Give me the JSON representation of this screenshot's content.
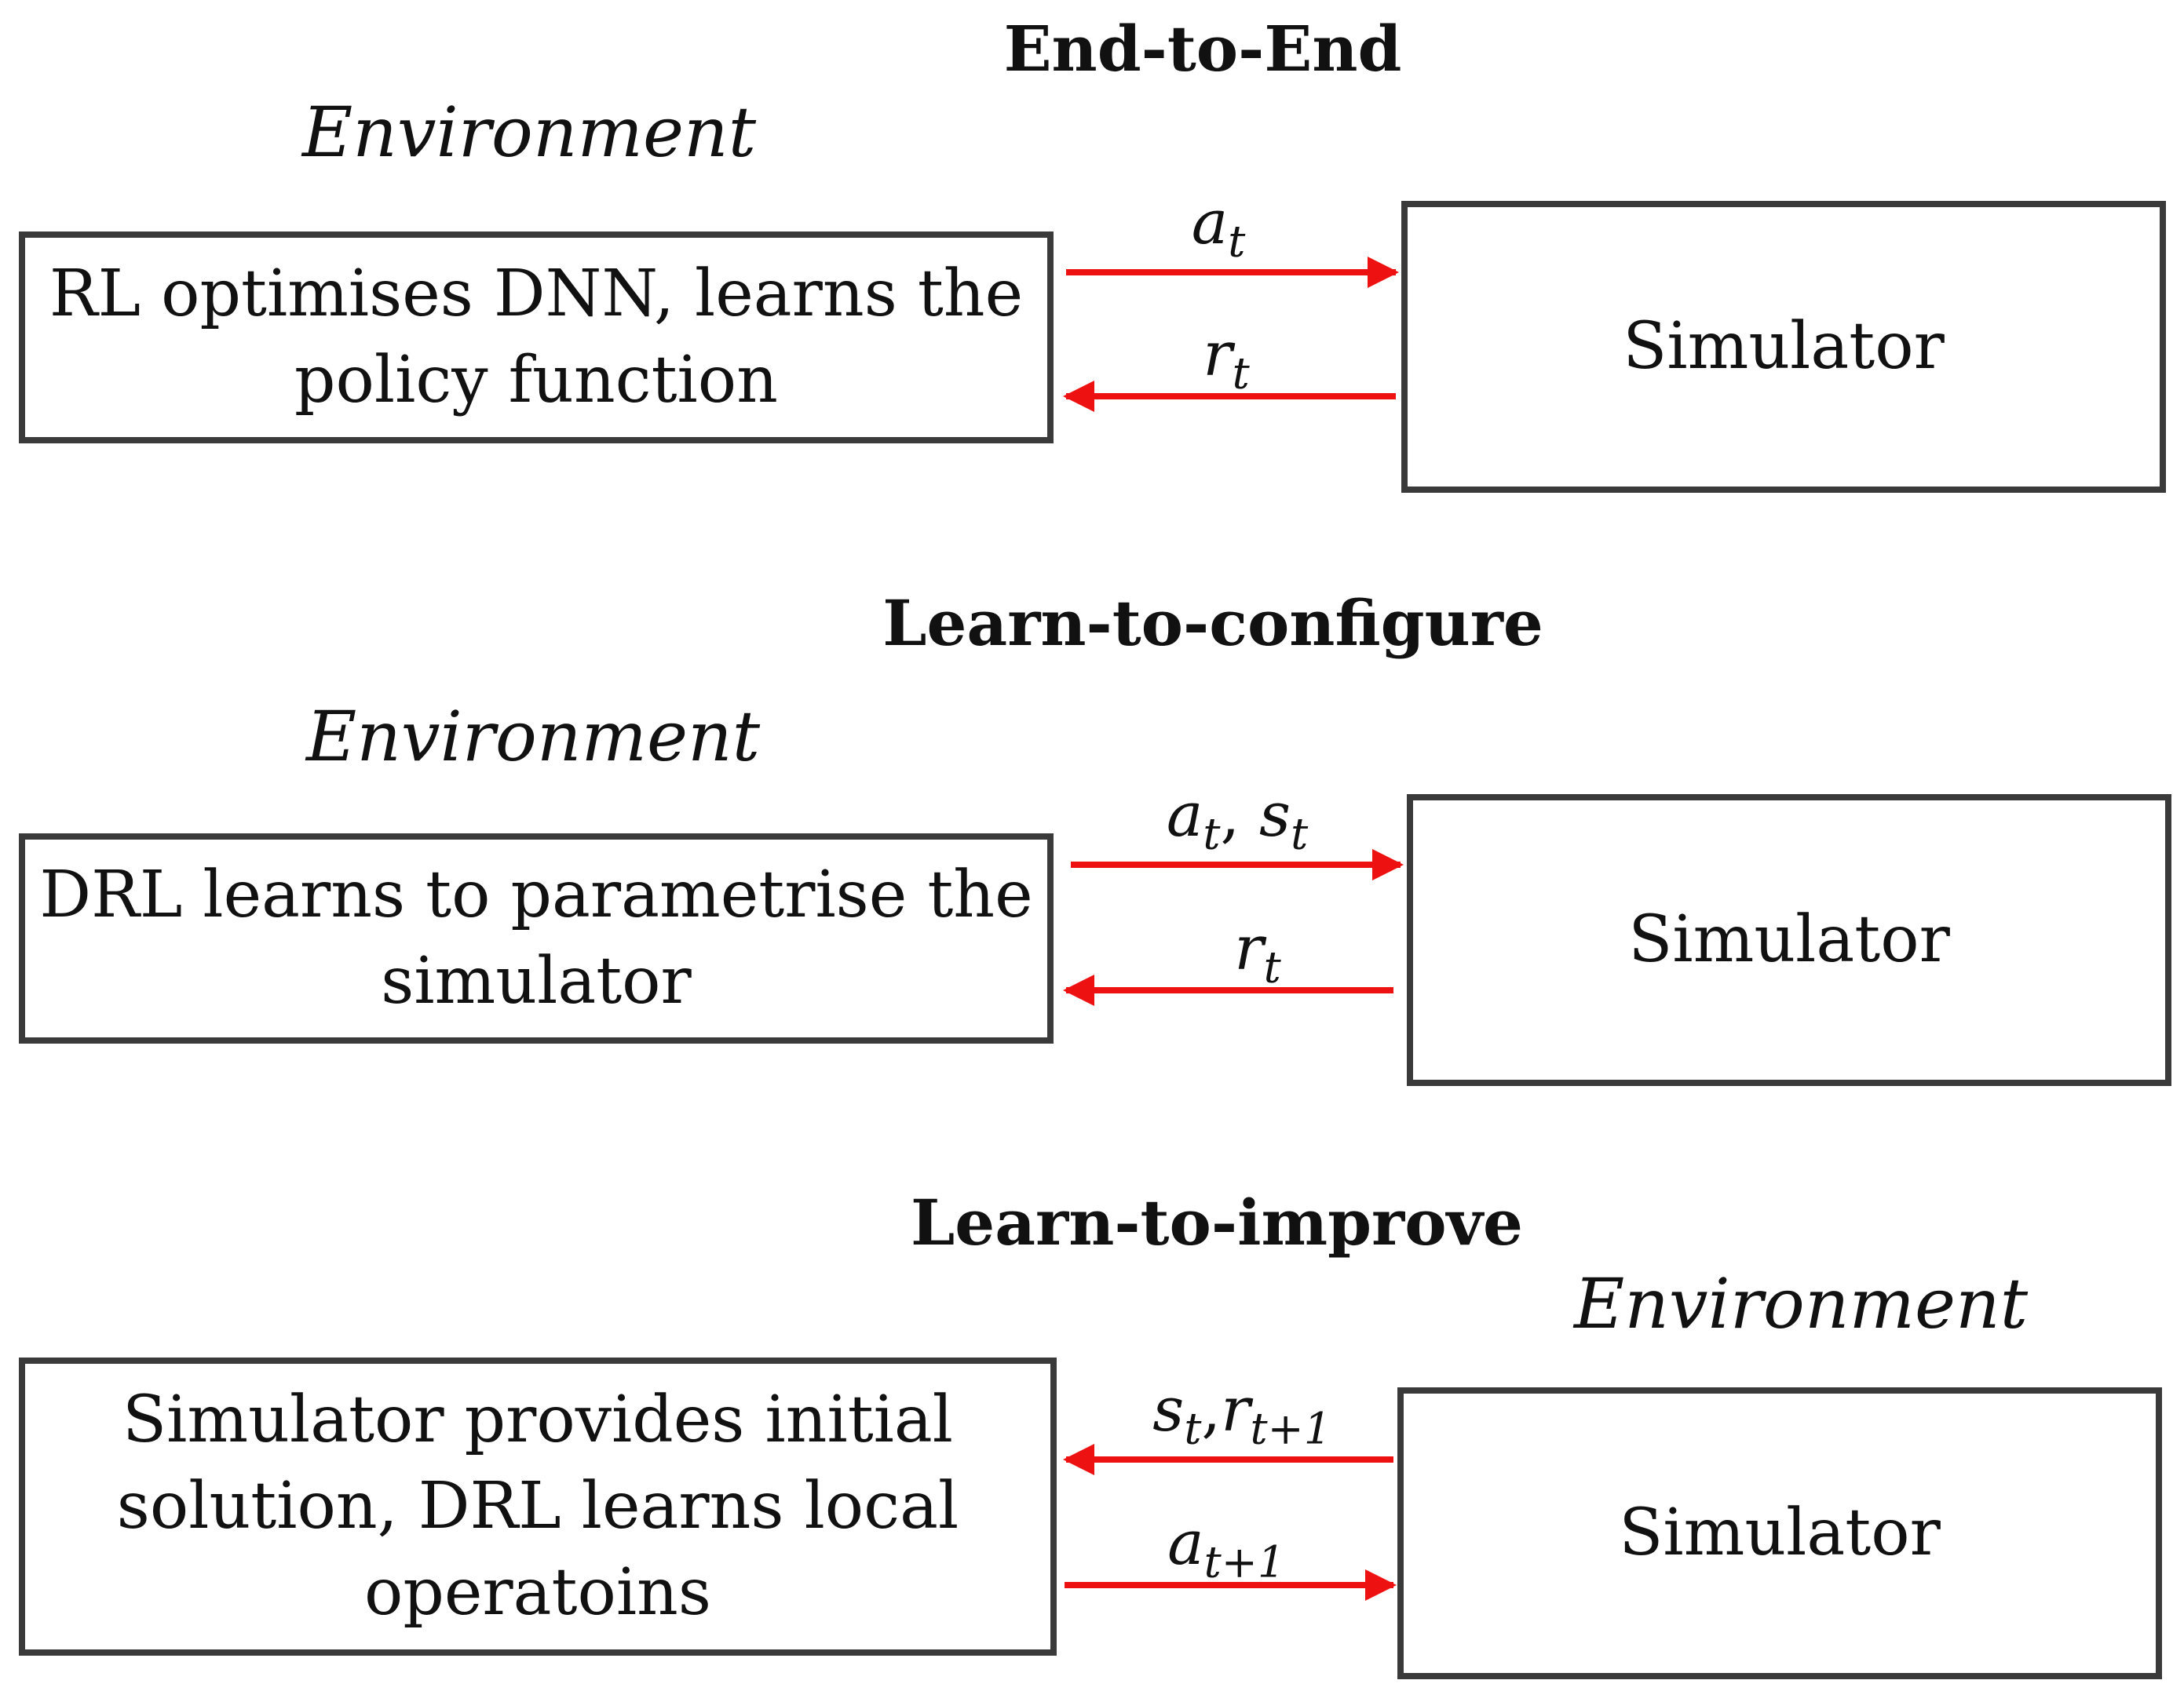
{
  "panels": [
    {
      "title": "End-to-End",
      "env_label": "Environment",
      "left_box_line1": "RL optimises DNN, learns the",
      "left_box_line2": "policy function",
      "right_box": "Simulator",
      "arrow_top": {
        "direction": "right",
        "symbol": "a",
        "subscript": "t"
      },
      "arrow_bottom": {
        "direction": "left",
        "symbol": "r",
        "subscript": "t"
      }
    },
    {
      "title": "Learn-to-configure",
      "env_label": "Environment",
      "left_box_line1": "DRL learns to parametrise the",
      "left_box_line2": "simulator",
      "right_box": "Simulator",
      "arrow_top": {
        "direction": "right",
        "symbol": "a",
        "subscript": "t",
        "symbol2": "s",
        "subscript2": "t"
      },
      "arrow_bottom": {
        "direction": "left",
        "symbol": "r",
        "subscript": "t"
      }
    },
    {
      "title": "Learn-to-improve",
      "env_label": "Environment",
      "left_box_line1": "Simulator provides initial",
      "left_box_line2": "solution, DRL learns local",
      "left_box_line3": "operatoins",
      "right_box": "Simulator",
      "arrow_top": {
        "direction": "left",
        "symbol": "s",
        "subscript": "t",
        "symbol2": "r",
        "subscript2": "t+1"
      },
      "arrow_bottom": {
        "direction": "right",
        "symbol": "a",
        "subscript": "t+1"
      }
    }
  ],
  "colors": {
    "arrow": "#ee1111",
    "box_border": "#3a3a3a"
  }
}
